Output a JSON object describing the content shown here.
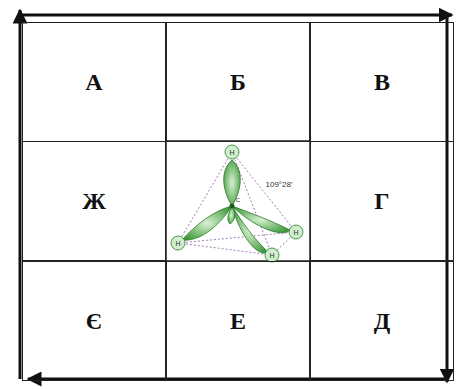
{
  "diagram": {
    "nodes": [
      {
        "text": [
          "А"
        ]
      },
      {
        "text": [
          "Б"
        ]
      },
      {
        "text": [
          "В"
        ]
      },
      {
        "text": [
          "Ж"
        ]
      },
      {
        "text": [
          "Г"
        ]
      },
      {
        "text": [
          "Є"
        ]
      },
      {
        "text": [
          "Е"
        ]
      },
      {
        "text": [
          "Д"
        ]
      }
    ],
    "labels": [
      "109°28'",
      "H",
      "H",
      "H",
      "H",
      "C"
    ]
  }
}
